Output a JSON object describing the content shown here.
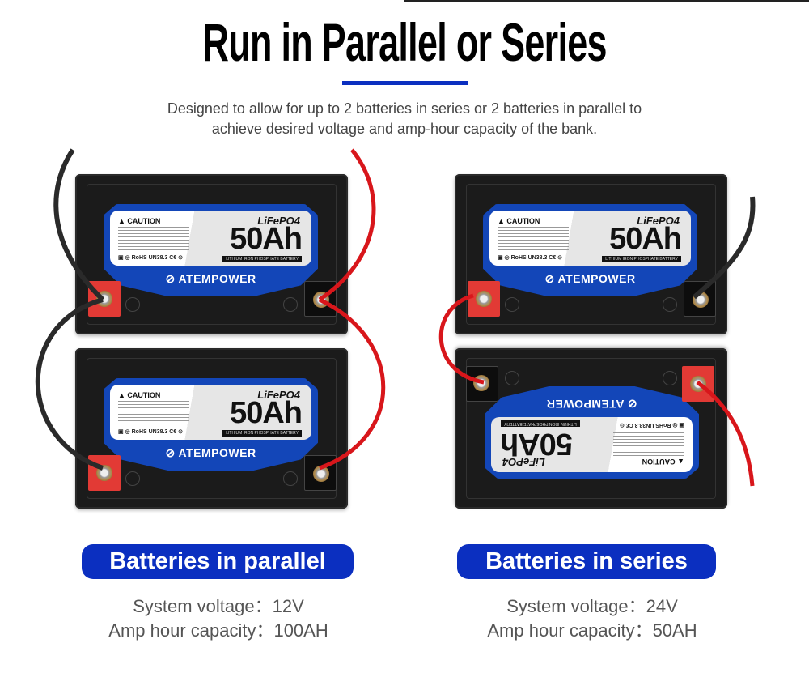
{
  "header": {
    "title": "Run in Parallel or Series",
    "subtitle_line1": "Designed to allow for up to 2 batteries in series or 2 batteries in parallel to",
    "subtitle_line2": "achieve desired voltage and amp-hour capacity of the bank."
  },
  "battery_label": {
    "caution": "▲ CAUTION",
    "chemistry": "LiFePO4",
    "capacity": "50Ah",
    "type": "LITHIUM IRON PHOSPHATE BATTERY",
    "certs": "▣ ◎ RoHS UN38.3 C€ ⊙",
    "brand": "⊘ ATEMPOWER"
  },
  "parallel": {
    "label": "Batteries in parallel",
    "voltage": "System voltage：12V",
    "capacity": "Amp hour capacity：100AH"
  },
  "series": {
    "label": "Batteries in series",
    "voltage": "System voltage：24V",
    "capacity": "Amp hour capacity：50AH"
  },
  "colors": {
    "accent": "#0b2fc0",
    "red_cable": "#d8161b",
    "black_cable": "#2a2a2a"
  }
}
